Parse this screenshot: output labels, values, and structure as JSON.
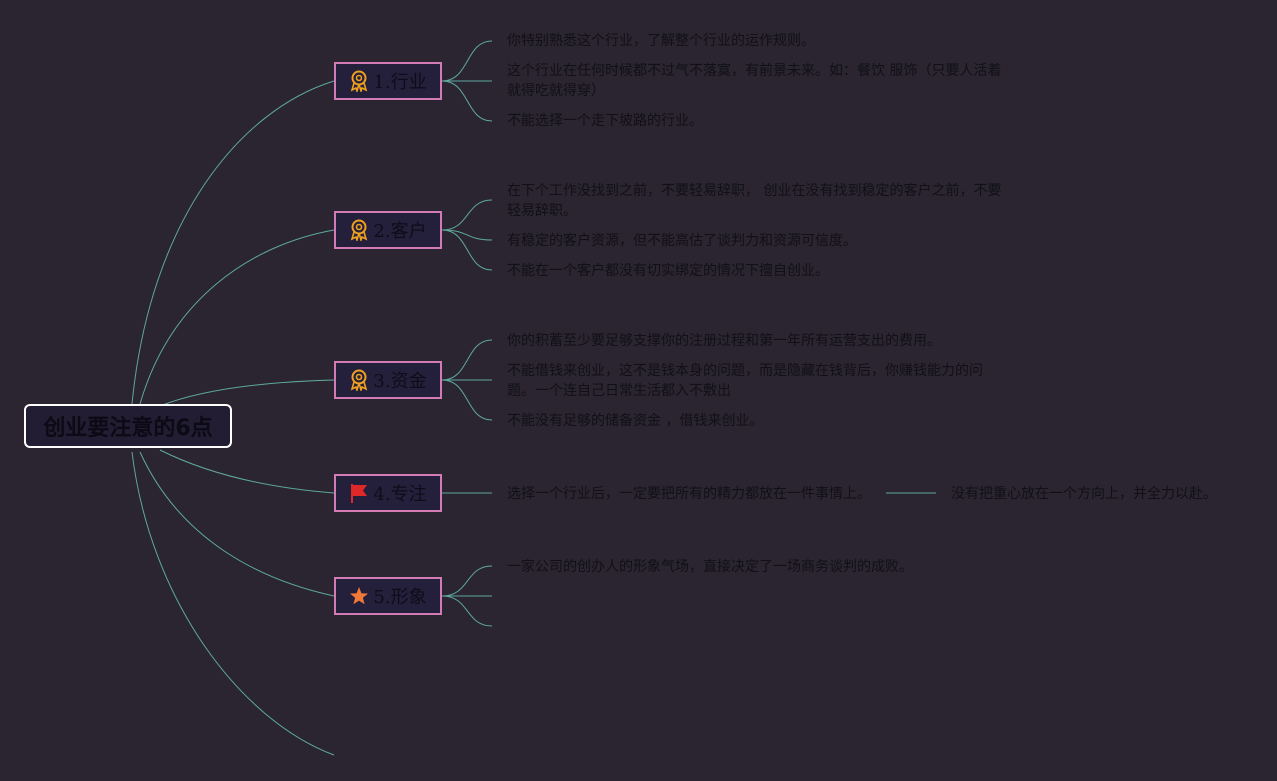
{
  "root": {
    "label": "创业要注意的6点"
  },
  "topics": [
    {
      "label": "1.行业",
      "icon": "award-ribbon-icon",
      "details": [
        "你特别熟悉这个行业，了解整个行业的运作规则。",
        "这个行业在任何时候都不过气不落寞，有前景未来。如：餐饮 服饰（只要人活着就得吃就得穿）",
        "不能选择一个走下坡路的行业。"
      ]
    },
    {
      "label": "2.客户",
      "icon": "award-ribbon-icon",
      "details": [
        "在下个工作没找到之前，不要轻易辞职， 创业在没有找到稳定的客户之前，不要轻易辞职。",
        "有稳定的客户资源，但不能高估了谈判力和资源可信度。",
        "不能在一个客户都没有切实绑定的情况下擅自创业。"
      ]
    },
    {
      "label": "3.资金",
      "icon": "award-ribbon-icon",
      "details": [
        "你的积蓄至少要足够支撑你的注册过程和第一年所有运营支出的费用。",
        "不能借钱来创业，这不是钱本身的问题，而是隐藏在钱背后，你赚钱能力的问题。一个连自己日常生活都入不敷出",
        "不能没有足够的储备资金 ，借钱来创业。"
      ]
    },
    {
      "label": "4.专注",
      "icon": "red-flag-icon",
      "details": [
        "选择一个行业后，一定要把所有的精力都放在一件事情上。"
      ],
      "sub_detail": "没有把重心放在一个方向上，并全力以赴。"
    },
    {
      "label": "5.形象",
      "icon": "star-icon",
      "details": [
        "一家公司的创办人的形象气场，直接决定了一场商务谈判的成败。",
        "",
        ""
      ]
    }
  ],
  "colors": {
    "background": "#2a2530",
    "connector": "#5fa8a0",
    "topic_border": "#d37bb5",
    "root_border": "#ffffff",
    "icon_gold": "#f0a020",
    "icon_red": "#e02828",
    "icon_orange": "#f07838"
  }
}
